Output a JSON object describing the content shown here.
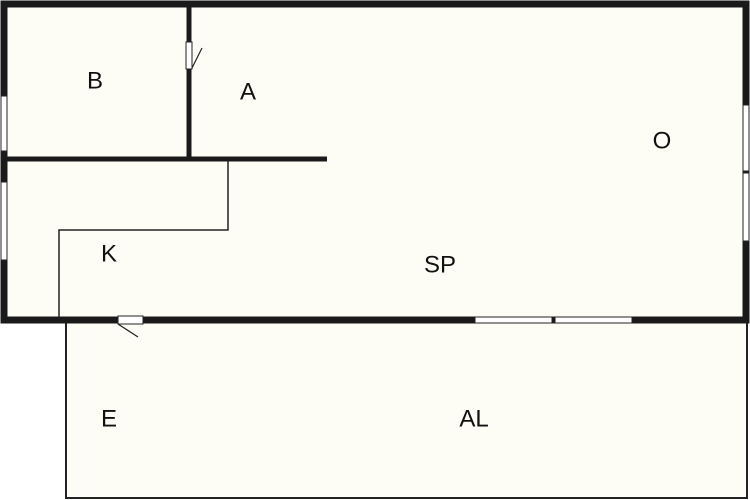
{
  "floorplan": {
    "colors": {
      "floor": "#fdfdf6",
      "wall": "#1a1a1a",
      "thin_line": "#222222",
      "window": "#ffffff",
      "background": "#ffffff"
    },
    "rooms": [
      {
        "id": "b",
        "label": "B"
      },
      {
        "id": "a",
        "label": "A"
      },
      {
        "id": "o",
        "label": "O"
      },
      {
        "id": "k",
        "label": "K"
      },
      {
        "id": "sp",
        "label": "SP"
      },
      {
        "id": "e",
        "label": "E"
      },
      {
        "id": "al",
        "label": "AL"
      }
    ]
  }
}
